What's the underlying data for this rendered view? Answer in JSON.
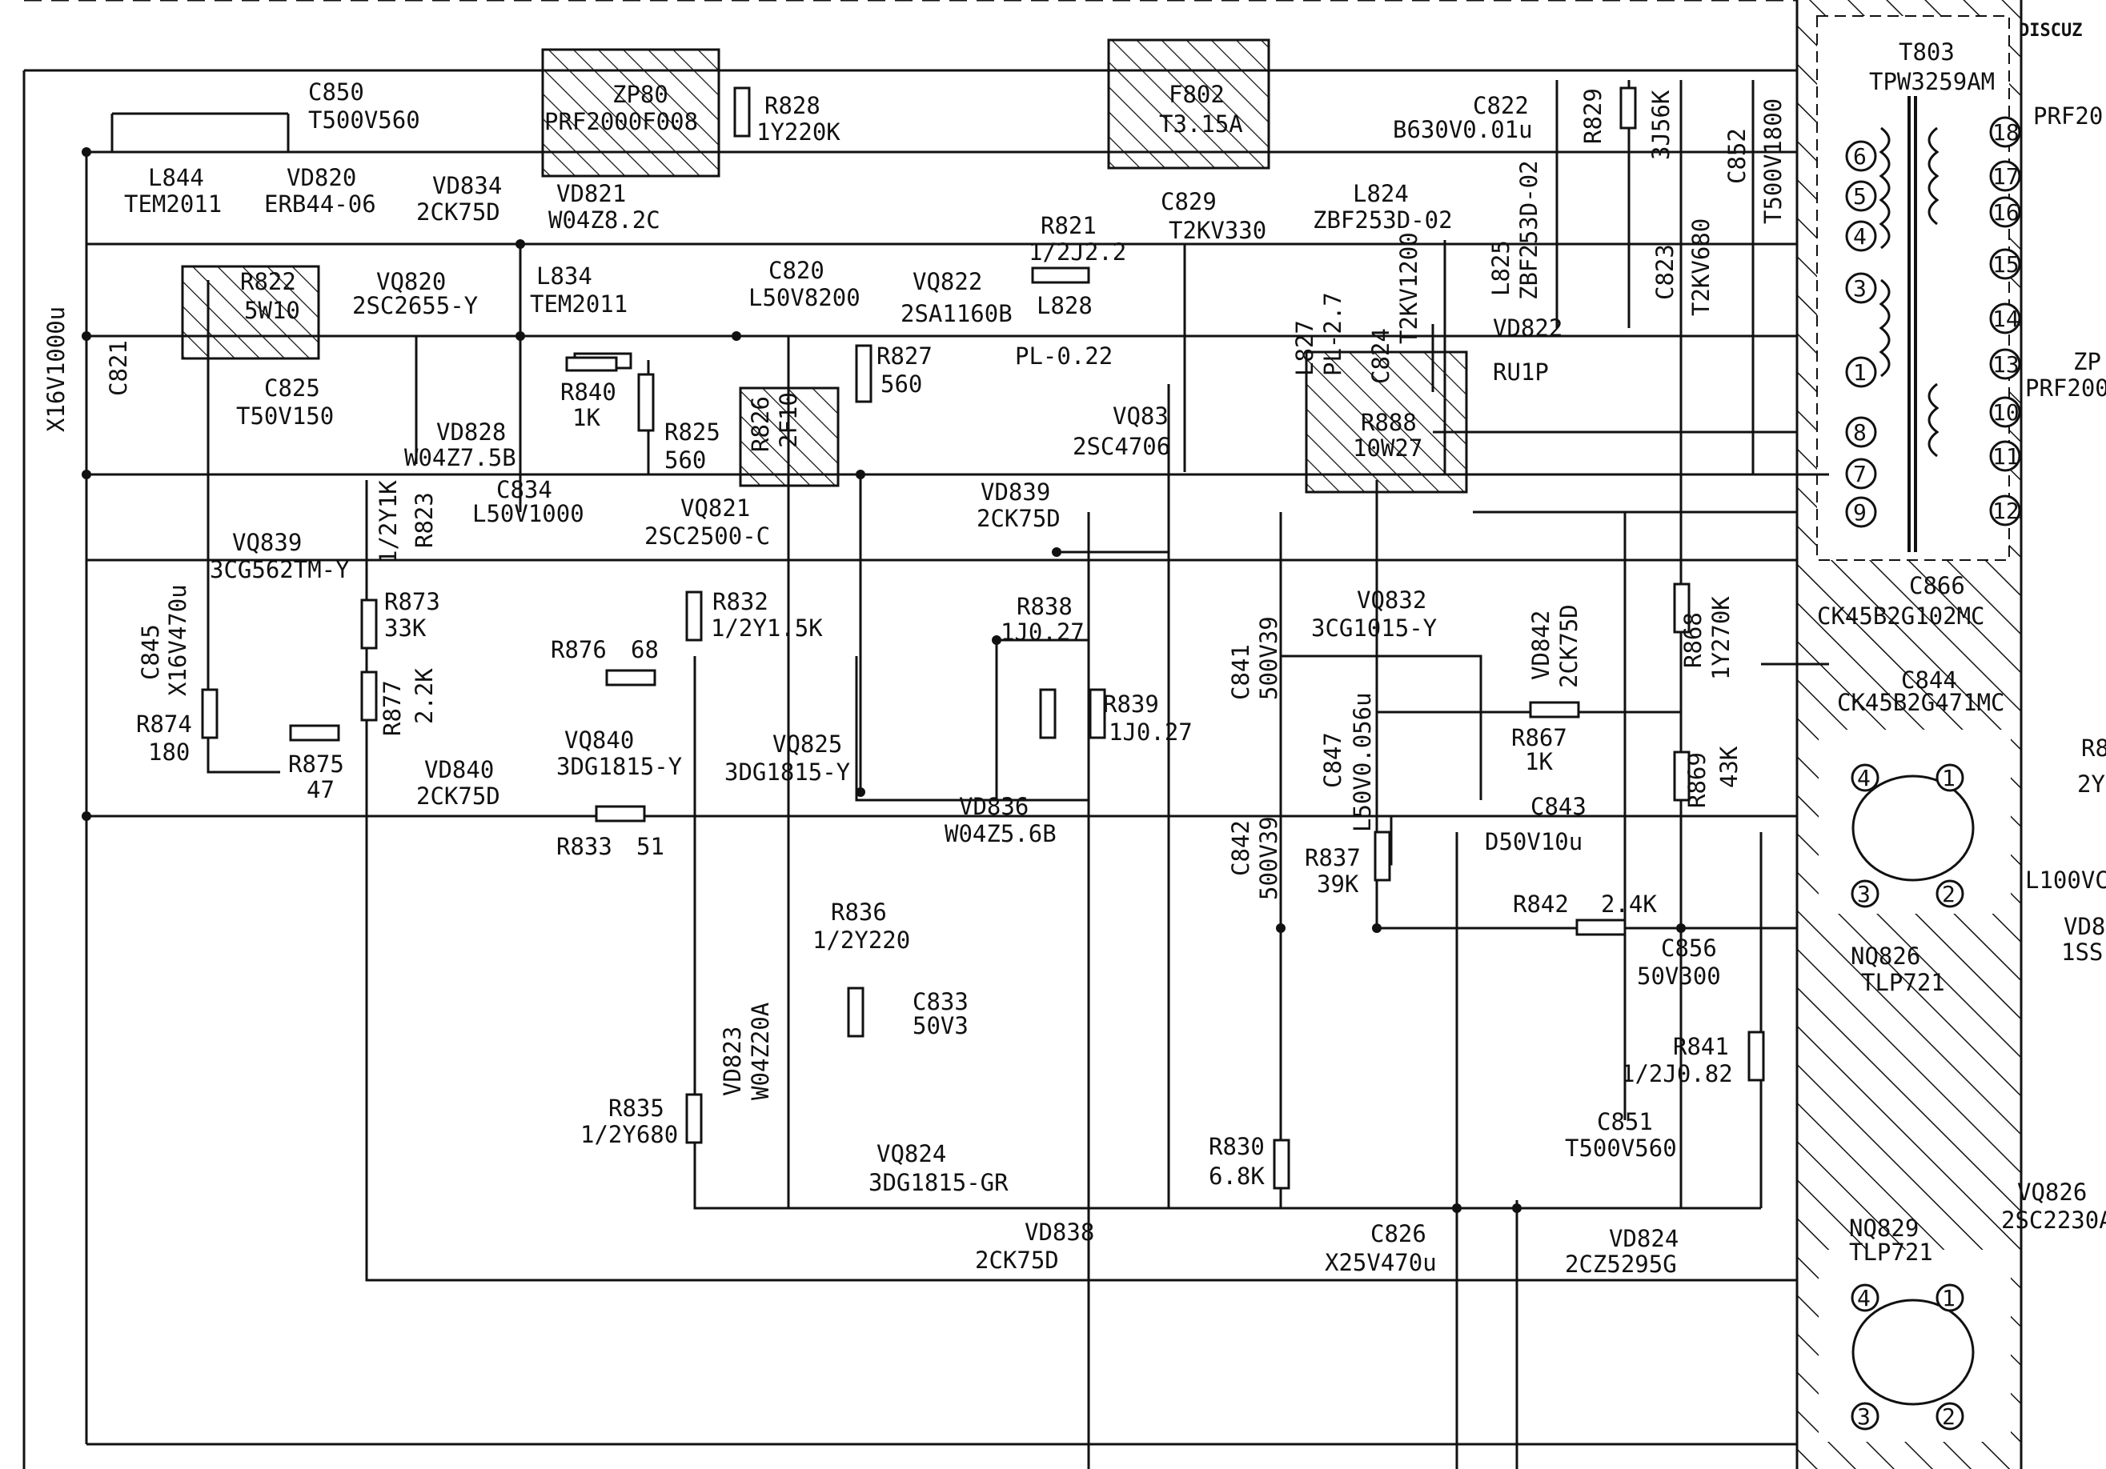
{
  "watermark": "DISCUZ",
  "labels": {
    "c850": [
      "C850",
      "T500V560"
    ],
    "l844": [
      "L844",
      "TEM2011"
    ],
    "vd820": [
      "VD820",
      "ERB44-06"
    ],
    "zp80": [
      "ZP80",
      "PRF2000F008"
    ],
    "r828": [
      "R828",
      "1Y220K"
    ],
    "f802": [
      "F802",
      "T3.15A"
    ],
    "c822": [
      "C822",
      "B630V0.01u"
    ],
    "r829": [
      "R829",
      "3J56K"
    ],
    "c852": [
      "C852",
      "T500V1800"
    ],
    "t803": [
      "T803",
      "TPW3259AM"
    ],
    "prf": [
      "PRF20"
    ],
    "vd834": [
      "VD834",
      "2CK75D"
    ],
    "vd821": [
      "VD821",
      "W04Z8.2C"
    ],
    "r821": [
      "R821",
      "1/2J2.2"
    ],
    "c829": [
      "C829",
      "T2KV330"
    ],
    "l824": [
      "L824",
      "ZBF253D-02"
    ],
    "l825": [
      "L825",
      "ZBF253D-02"
    ],
    "c823": [
      "C823",
      "T2KV680"
    ],
    "r822": [
      "R822",
      "5W10"
    ],
    "vq820": [
      "VQ820",
      "2SC2655-Y"
    ],
    "l834": [
      "L834",
      "TEM2011"
    ],
    "c820": [
      "C820",
      "L50V8200"
    ],
    "vq822": [
      "VQ822",
      "2SA1160B"
    ],
    "l828": [
      "L828",
      "PL-0.22"
    ],
    "l827": [
      "L827",
      "PL-2.7"
    ],
    "c824": [
      "C824",
      "T2KV1200"
    ],
    "vd822": [
      "VD822",
      "RU1P"
    ],
    "c821": [
      "C821",
      "X16V1000u"
    ],
    "c825": [
      "C825",
      "T50V150"
    ],
    "vd828": [
      "VD828",
      "W04Z7.5B"
    ],
    "r840": [
      "R840",
      "1K"
    ],
    "r825": [
      "R825",
      "560"
    ],
    "r826": [
      "R826",
      "2F10"
    ],
    "r827": [
      "R827",
      "560"
    ],
    "vq83": [
      "VQ83",
      "2SC4706"
    ],
    "r888": [
      "R888",
      "10W27"
    ],
    "zp_right": [
      "ZP"
    ],
    "prf_right": [
      "PRF200"
    ],
    "c834": [
      "C834",
      "L50V1000"
    ],
    "r823": [
      "R823",
      "1/2Y1K"
    ],
    "vq821": [
      "VQ821",
      "2SC2500-C"
    ],
    "vd839": [
      "VD839",
      "2CK75D"
    ],
    "vq839": [
      "VQ839",
      "3CG562TM-Y"
    ],
    "r873": [
      "R873",
      "33K"
    ],
    "r832": [
      "R832",
      "1/2Y1.5K"
    ],
    "r838": [
      "R838",
      "1J0.27"
    ],
    "vq832": [
      "VQ832",
      "3CG1015-Y"
    ],
    "vd842": [
      "VD842",
      "2CK75D"
    ],
    "r868": [
      "R868",
      "1Y270K"
    ],
    "c866": [
      "C866",
      "CK45B2G102MC"
    ],
    "c844": [
      "C844",
      "CK45B2G471MC"
    ],
    "c845": [
      "C845",
      "X16V470u"
    ],
    "r876": [
      "R876",
      "68"
    ],
    "r877": [
      "R877",
      "2.2K"
    ],
    "r839": [
      "R839",
      "1J0.27"
    ],
    "c841": [
      "C841",
      "500V39"
    ],
    "c847": [
      "C847",
      "L50V0.056u"
    ],
    "r867": [
      "R867",
      "1K"
    ],
    "r874": [
      "R874",
      "180"
    ],
    "r875": [
      "R875",
      "47"
    ],
    "vq840": [
      "VQ840",
      "3DG1815-Y"
    ],
    "vq825": [
      "VQ825",
      "3DG1815-Y"
    ],
    "r869": [
      "R869",
      "43K"
    ],
    "vd840": [
      "VD840",
      "2CK75D"
    ],
    "vd836": [
      "VD836",
      "W04Z5.6B"
    ],
    "c843": [
      "C843",
      "D50V10u"
    ],
    "r833": [
      "R833",
      "51"
    ],
    "c842": [
      "C842",
      "500V39"
    ],
    "r837": [
      "R837",
      "39K"
    ],
    "r842": [
      "R842",
      "2.4K"
    ],
    "c856": [
      "C856",
      "50V300"
    ],
    "l100": [
      "L100VC"
    ],
    "vd8r": [
      "VD8",
      "1SS"
    ],
    "r836": [
      "R836",
      "1/2Y220"
    ],
    "nq826": [
      "NQ826",
      "TLP721"
    ],
    "c833": [
      "C833",
      "50V3"
    ],
    "vd823": [
      "VD823",
      "W04Z20A"
    ],
    "r841": [
      "R841",
      "1/2J0.82"
    ],
    "r835": [
      "R835",
      "1/2Y680"
    ],
    "vq824": [
      "VQ824",
      "3DG1815-GR"
    ],
    "r830": [
      "R830",
      "6.8K"
    ],
    "c851": [
      "C851",
      "T500V560"
    ],
    "vq826": [
      "VQ826",
      "2SC2230A"
    ],
    "vd838": [
      "VD838",
      "2CK75D"
    ],
    "c826": [
      "C826",
      "X25V470u"
    ],
    "vd824": [
      "VD824",
      "2CZ5295G"
    ],
    "nq829": [
      "NQ829",
      "TLP721"
    ],
    "r8_right": [
      "R8",
      "2Y"
    ]
  },
  "transformer_pins_left": [
    "6",
    "5",
    "4",
    "3",
    "1",
    "8",
    "7",
    "9"
  ],
  "transformer_pins_right": [
    "18",
    "17",
    "16",
    "15",
    "14",
    "13",
    "10",
    "11",
    "12"
  ],
  "optocoupler_pins": [
    "4",
    "1",
    "3",
    "2"
  ]
}
